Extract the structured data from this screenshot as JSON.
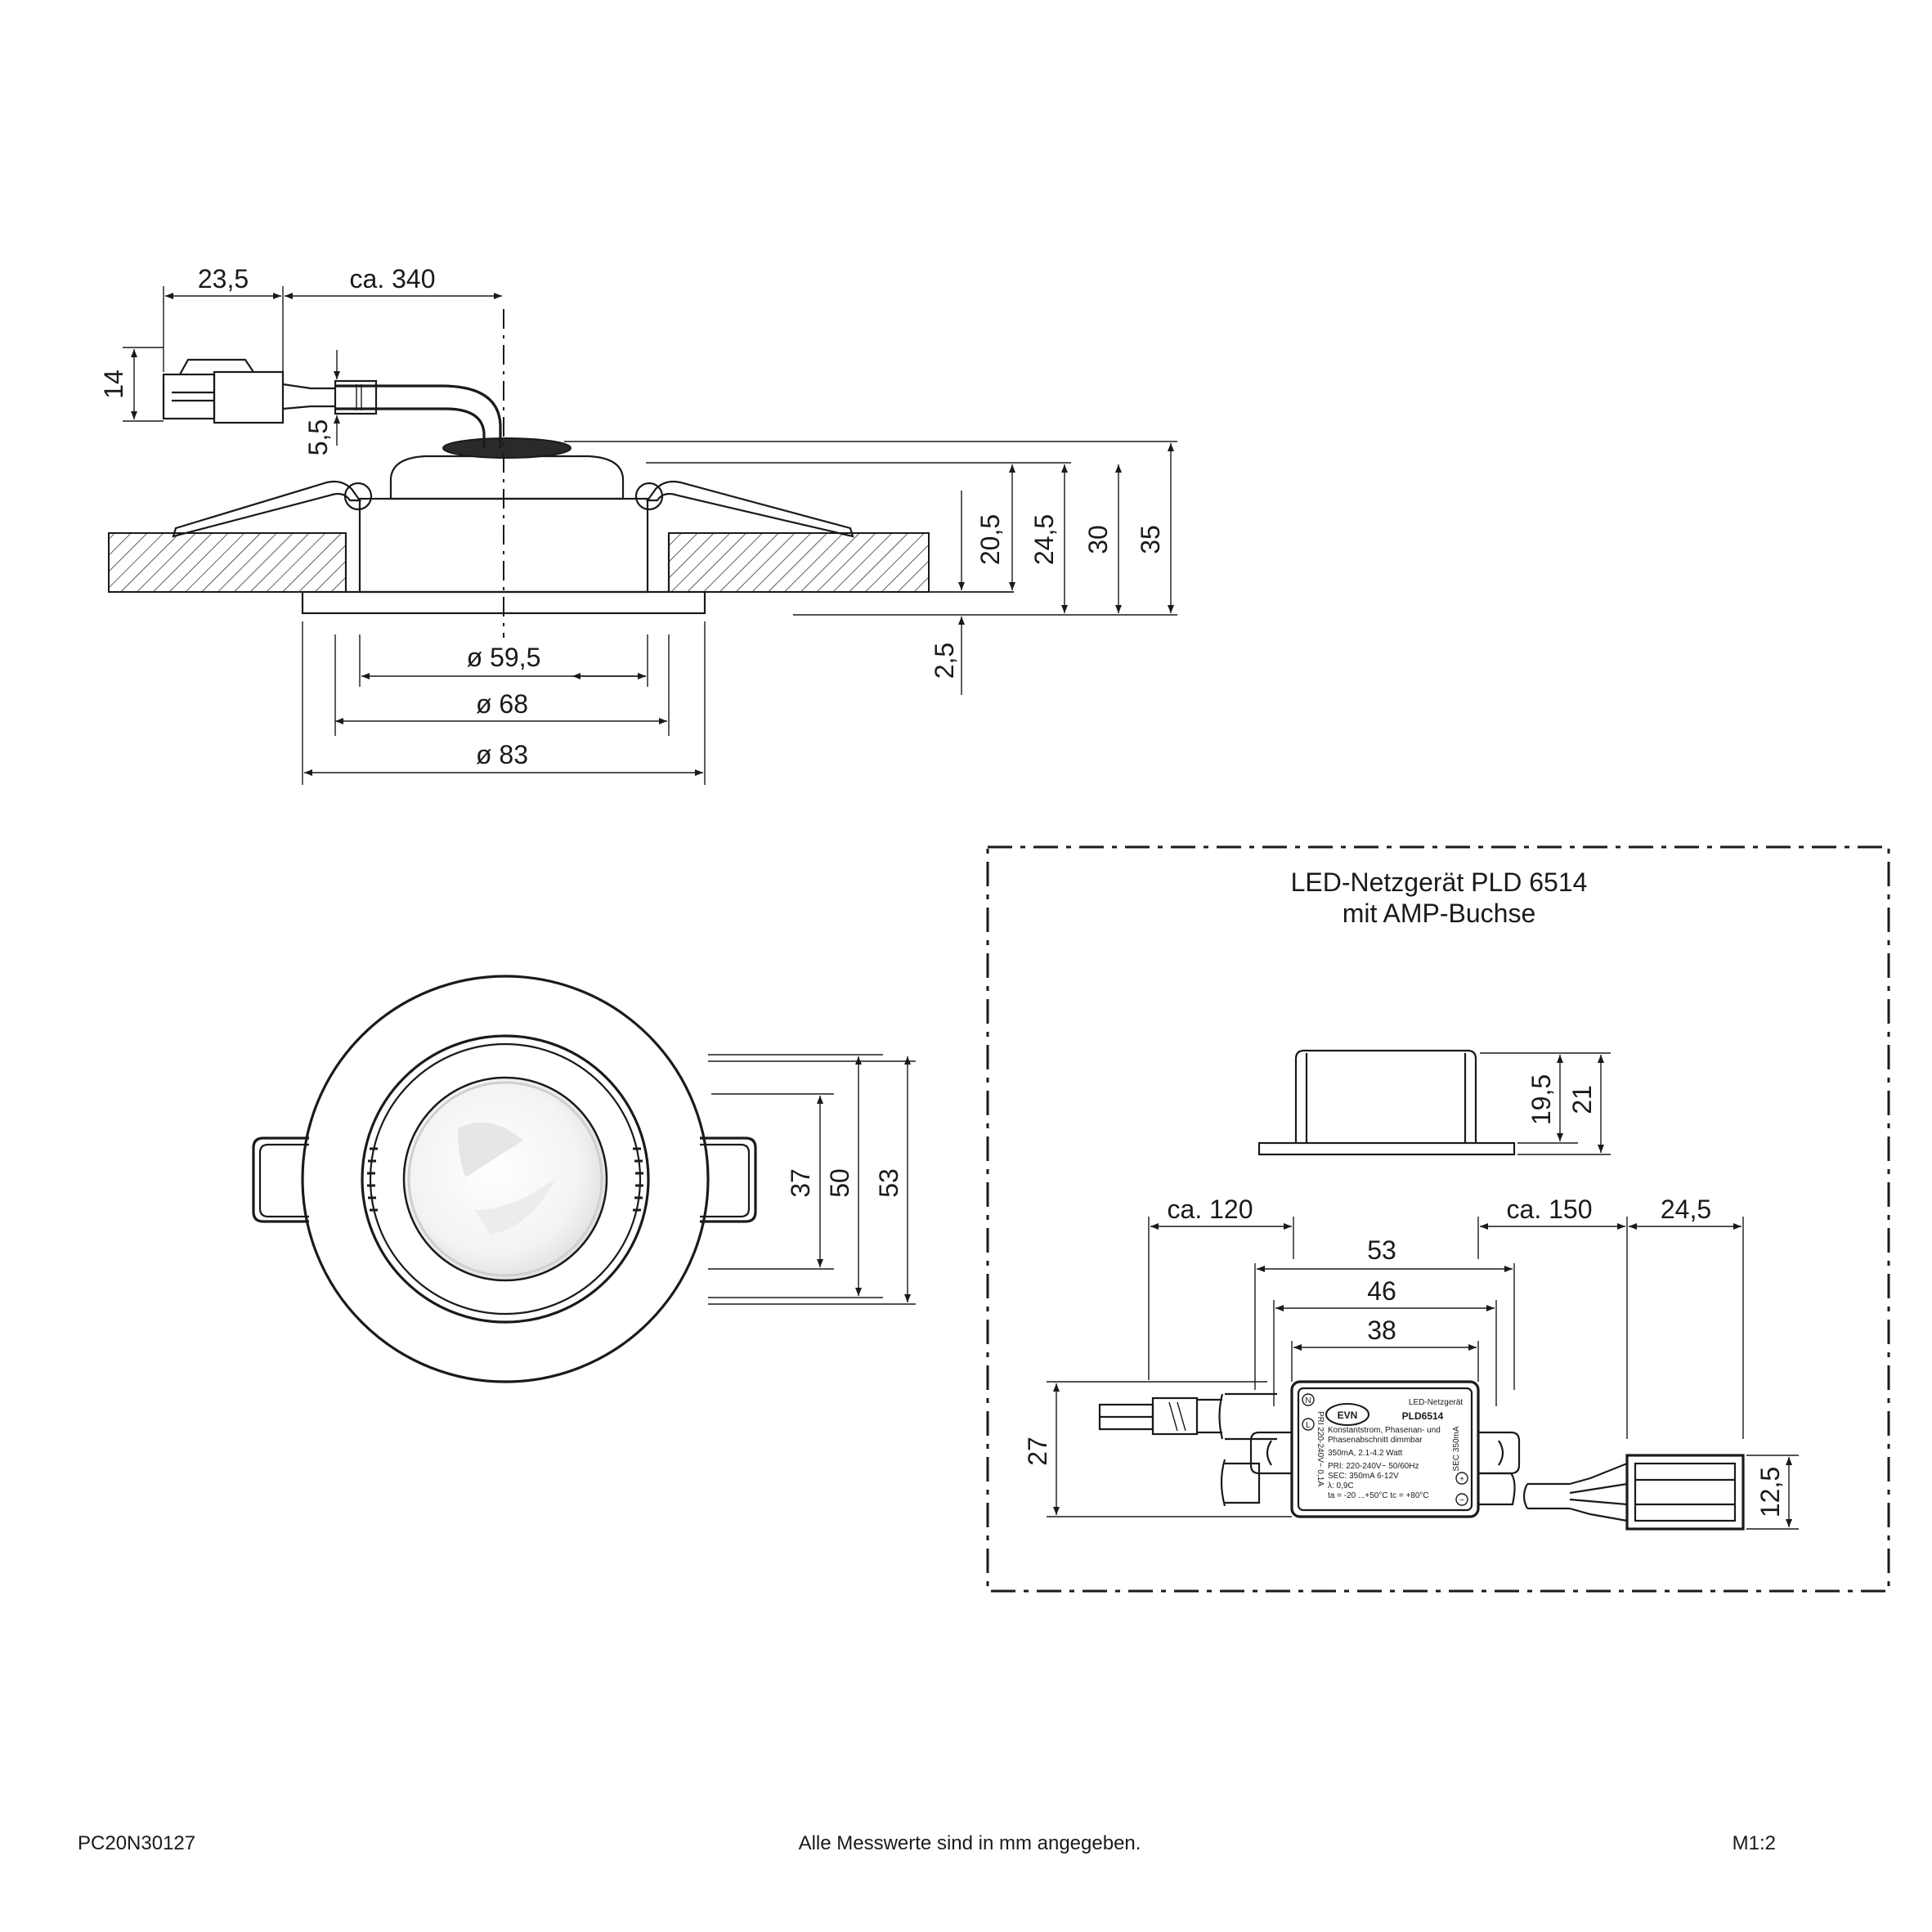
{
  "side_view": {
    "dimensions": {
      "connector_length": "23,5",
      "cable_length": "ca. 340",
      "connector_height": "14",
      "cable_diameter": "5,5",
      "height_20_5": "20,5",
      "height_24_5": "24,5",
      "height_30": "30",
      "height_35": "35",
      "flange_thickness": "2,5",
      "inner_diameter": "ø 59,5",
      "cutout_diameter": "ø 68",
      "outer_diameter": "ø 83"
    }
  },
  "top_view": {
    "dimensions": {
      "lens": "37",
      "inner_ring": "50",
      "outer": "53"
    }
  },
  "driver_panel": {
    "title_line1": "LED-Netzgerät PLD 6514",
    "title_line2": "mit AMP-Buchse",
    "dimensions": {
      "height_19_5": "19,5",
      "height_21": "21",
      "input_cable": "ca. 120",
      "output_cable": "ca. 150",
      "plug_length": "24,5",
      "width_53": "53",
      "width_46": "46",
      "width_38": "38",
      "height_27": "27",
      "plug_height": "12,5"
    },
    "device_label": {
      "brand": "EVN",
      "header": "LED-Netzgerät",
      "model": "PLD6514",
      "line1": "Konstantstrom, Phasenan- und",
      "line2": "Phasenabschnitt dimmbar",
      "line3": "350mA, 2.1-4.2 Watt",
      "line4": "PRI: 220-240V~ 50/60Hz",
      "line5": "SEC: 350mA  6-12V",
      "line6": "λ: 0,9C",
      "line7": "ta = -20 ...+50°C  tc = +80°C",
      "pri_side": "PRI 220-240V~ 0,1A",
      "sec_side": "SEC 350mA",
      "term_n": "N",
      "term_l": "L",
      "term_plus": "+",
      "term_minus": "−"
    }
  },
  "footer": {
    "code": "PC20N30127",
    "note": "Alle Messwerte sind in mm angegeben.",
    "scale": "M1:2"
  },
  "colors": {
    "ink": "#1a1a1a",
    "background": "#ffffff"
  }
}
